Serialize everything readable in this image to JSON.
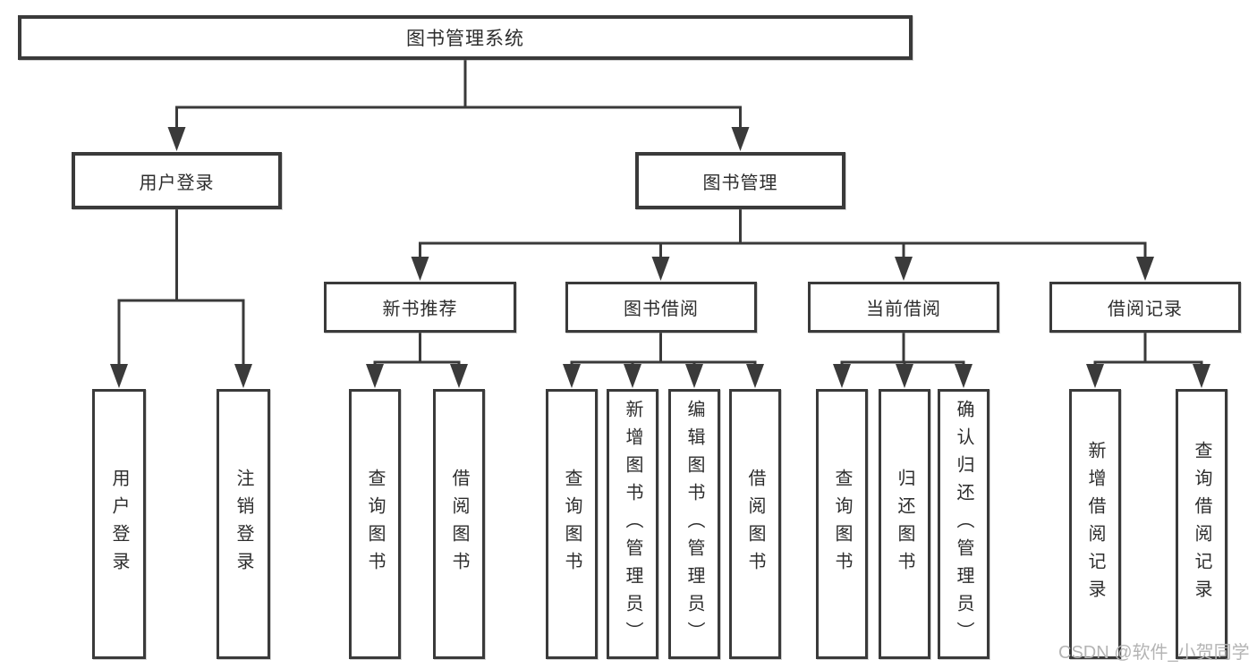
{
  "colors": {
    "line": "#3a3a3a",
    "text": "#2d2d2d",
    "watermark": "#b4b4b4"
  },
  "watermark": "CSDN @软件_小贺同学",
  "tree": {
    "root": "图书管理系统",
    "level1": [
      {
        "label": "用户登录",
        "leaves": [
          "用户登录",
          "注销登录"
        ]
      },
      {
        "label": "图书管理",
        "groups": [
          {
            "label": "新书推荐",
            "leaves": [
              "查询图书",
              "借阅图书"
            ]
          },
          {
            "label": "图书借阅",
            "leaves": [
              "查询图书",
              "新增图书（管理员）",
              "编辑图书（管理员）",
              "借阅图书"
            ]
          },
          {
            "label": "当前借阅",
            "leaves": [
              "查询图书",
              "归还图书",
              "确认归还（管理员）"
            ]
          },
          {
            "label": "借阅记录",
            "leaves": [
              "新增借阅记录",
              "查询借阅记录"
            ]
          }
        ]
      }
    ]
  }
}
